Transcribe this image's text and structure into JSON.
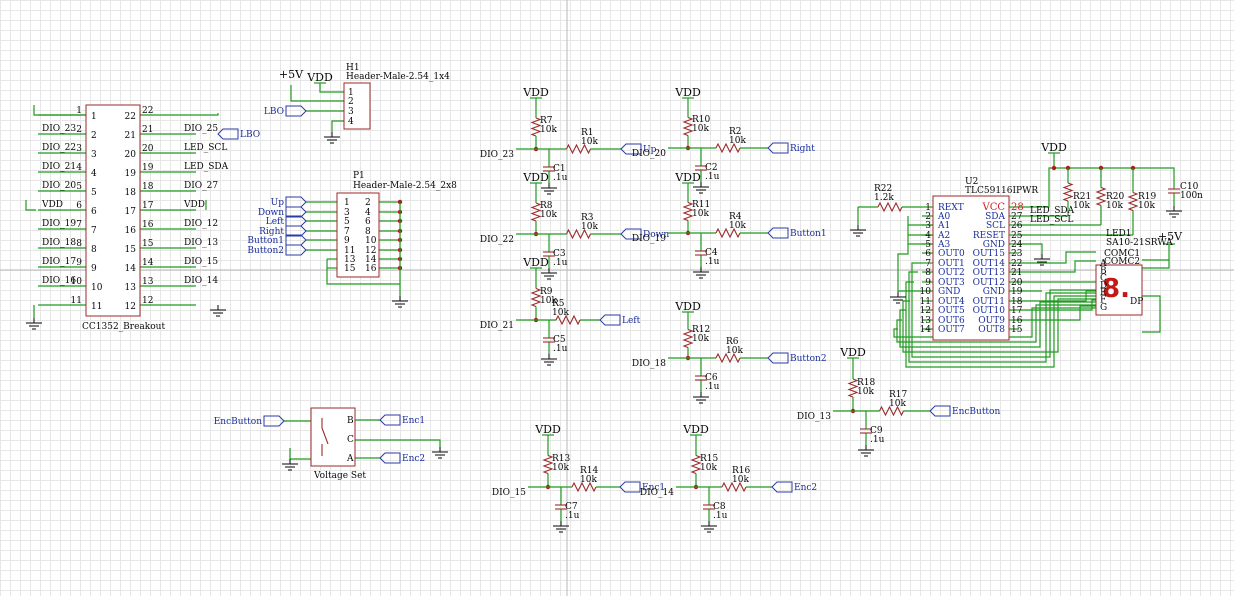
{
  "power": {
    "vdd": "VDD",
    "plus5v": "+5V"
  },
  "values": {
    "r10k": "10k",
    "cap": ".1u",
    "r12k": "1.2k",
    "cap100n": "100n"
  },
  "cc1352": {
    "name": "CC1352_Breakout",
    "left_pins": [
      "1",
      "2",
      "3",
      "4",
      "5",
      "6",
      "7",
      "8",
      "9",
      "10",
      "11"
    ],
    "right_pins": [
      "22",
      "21",
      "20",
      "19",
      "18",
      "17",
      "16",
      "15",
      "14",
      "13",
      "12"
    ],
    "left_nets": [
      "",
      "DIO_23",
      "DIO_22",
      "DIO_21",
      "DIO_20",
      "VDD",
      "DIO_19",
      "DIO_18",
      "DIO_17",
      "DIO_16",
      ""
    ],
    "right_nets": [
      "",
      "DIO_25",
      "LED_SCL",
      "LED_SDA",
      "DIO_27",
      "VDD",
      "DIO_12",
      "DIO_13",
      "DIO_15",
      "DIO_14",
      ""
    ],
    "port_lbo": "LBO"
  },
  "h1": {
    "ref": "H1",
    "name": "Header-Male-2.54_1x4",
    "pins": [
      "1",
      "2",
      "3",
      "4"
    ],
    "port": "LBO"
  },
  "p1": {
    "ref": "P1",
    "name": "Header-Male-2.54_2x8",
    "odd_pins": [
      "1",
      "3",
      "5",
      "7",
      "9",
      "11",
      "13",
      "15"
    ],
    "even_pins": [
      "2",
      "4",
      "6",
      "8",
      "10",
      "12",
      "14",
      "16"
    ],
    "ports": [
      "Up",
      "Down",
      "Left",
      "Right",
      "Button1",
      "Button2"
    ]
  },
  "debounce": [
    {
      "r1": "R7",
      "r2": "R1",
      "c": "C1",
      "dio": "DIO_23",
      "port": "Up"
    },
    {
      "r1": "R8",
      "r2": "R3",
      "c": "C3",
      "dio": "DIO_22",
      "port": "Down"
    },
    {
      "r1": "R9",
      "r2": "R5",
      "c": "C5",
      "dio": "DIO_21",
      "port": "Left"
    },
    {
      "r1": "R10",
      "r2": "R2",
      "c": "C2",
      "dio": "DIO_20",
      "port": "Right"
    },
    {
      "r1": "R11",
      "r2": "R4",
      "c": "C4",
      "dio": "DIO_19",
      "port": "Button1"
    },
    {
      "r1": "R12",
      "r2": "R6",
      "c": "C6",
      "dio": "DIO_18",
      "port": "Button2"
    },
    {
      "r1": "R13",
      "r2": "R14",
      "c": "C7",
      "dio": "DIO_15",
      "port": "Enc1"
    },
    {
      "r1": "R15",
      "r2": "R16",
      "c": "C8",
      "dio": "DIO_14",
      "port": "Enc2"
    },
    {
      "r1": "R18",
      "r2": "R17",
      "c": "C9",
      "dio": "DIO_13",
      "port": "EncButton"
    }
  ],
  "encoder": {
    "name": "Voltage Set",
    "pin_b": "B",
    "pin_c": "C",
    "pin_a": "A",
    "port_button": "EncButton",
    "port_enc1": "Enc1",
    "port_enc2": "Enc2"
  },
  "u2": {
    "ref": "U2",
    "name": "TLC59116IPWR",
    "left_pins": [
      "1",
      "2",
      "3",
      "4",
      "5",
      "6",
      "7",
      "8",
      "9",
      "10",
      "11",
      "12",
      "13",
      "14"
    ],
    "left_names": [
      "REXT",
      "A0",
      "A1",
      "A2",
      "A3",
      "OUT0",
      "OUT1",
      "OUT2",
      "OUT3",
      "GND",
      "OUT4",
      "OUT5",
      "OUT6",
      "OUT7"
    ],
    "right_pins": [
      "28",
      "27",
      "26",
      "25",
      "24",
      "23",
      "22",
      "21",
      "20",
      "19",
      "18",
      "17",
      "16",
      "15"
    ],
    "right_names": [
      "VCC",
      "SDA",
      "SCL",
      "RESET",
      "GND",
      "OUT15",
      "OUT14",
      "OUT13",
      "OUT12",
      "GND",
      "OUT11",
      "OUT10",
      "OUT9",
      "OUT8"
    ],
    "net_sda": "LED_SDA",
    "net_scl": "LED_SCL"
  },
  "led1": {
    "ref": "LED1",
    "name": "SA10-21SRWA",
    "left_pins": [
      "A",
      "B",
      "C",
      "D",
      "E",
      "F",
      "G"
    ],
    "com1": "COMC1",
    "com2": "COMC2",
    "dp": "DP",
    "digit": "8."
  },
  "others": {
    "r22": "R22",
    "r21": "R21",
    "r20": "R20",
    "r19": "R19",
    "c10": "C10"
  }
}
